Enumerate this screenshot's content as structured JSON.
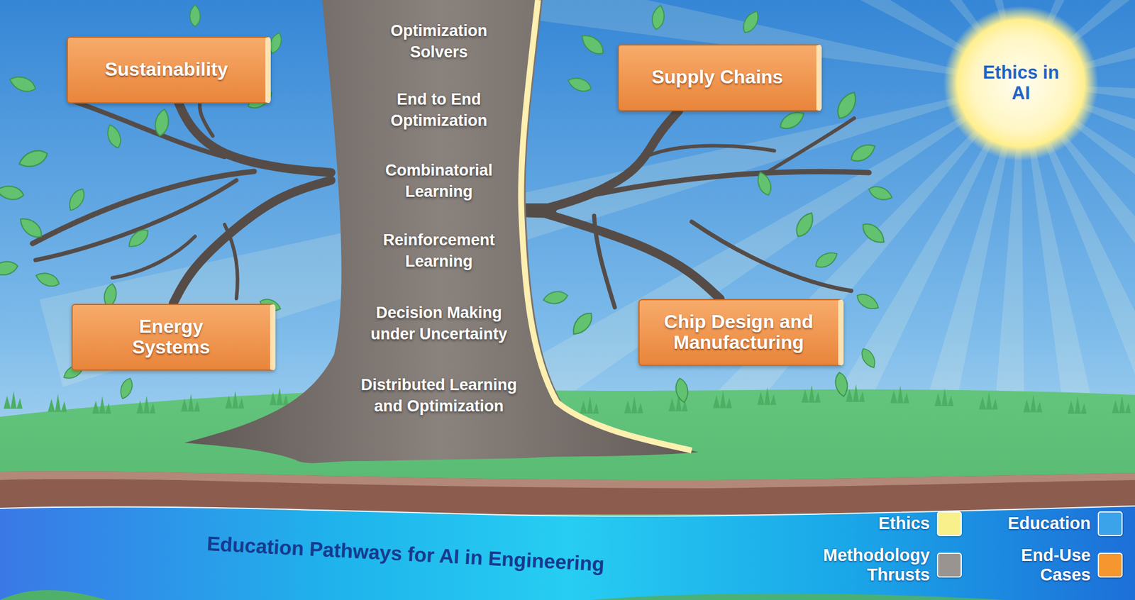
{
  "diagram": {
    "nodes": [
      {
        "text": [
          "Sustainability"
        ]
      },
      {
        "text": [
          "Optimization Solvers",
          "End to End Optimization",
          "Combinatorial Learning",
          "Reinforcement Learning",
          "Decision Making under Uncertainty",
          "Distributed Learning and Optimization"
        ]
      },
      {
        "text": [
          "Supply Chains"
        ]
      },
      {
        "text": [
          "Ethics in AI"
        ]
      },
      {
        "text": [
          "Energy Systems"
        ]
      },
      {
        "text": [
          "Chip Design and Manufacturing"
        ]
      },
      {
        "text": [
          "Education Pathways for AI in Engineering"
        ]
      }
    ],
    "edges": [
      {
        "from": 1,
        "to": 0,
        "arrow": "none"
      },
      {
        "from": 1,
        "to": 2,
        "arrow": "none"
      },
      {
        "from": 1,
        "to": 4,
        "arrow": "none"
      },
      {
        "from": 1,
        "to": 5,
        "arrow": "none"
      }
    ],
    "legend": [
      {
        "text": "Ethics",
        "color": "#f8f08a"
      },
      {
        "text": "Education",
        "color": "#3ba3ea"
      },
      {
        "text": "Methodology Thrusts",
        "color": "#9a9490"
      },
      {
        "text": "End-Use Cases",
        "color": "#f5962e"
      }
    ]
  }
}
